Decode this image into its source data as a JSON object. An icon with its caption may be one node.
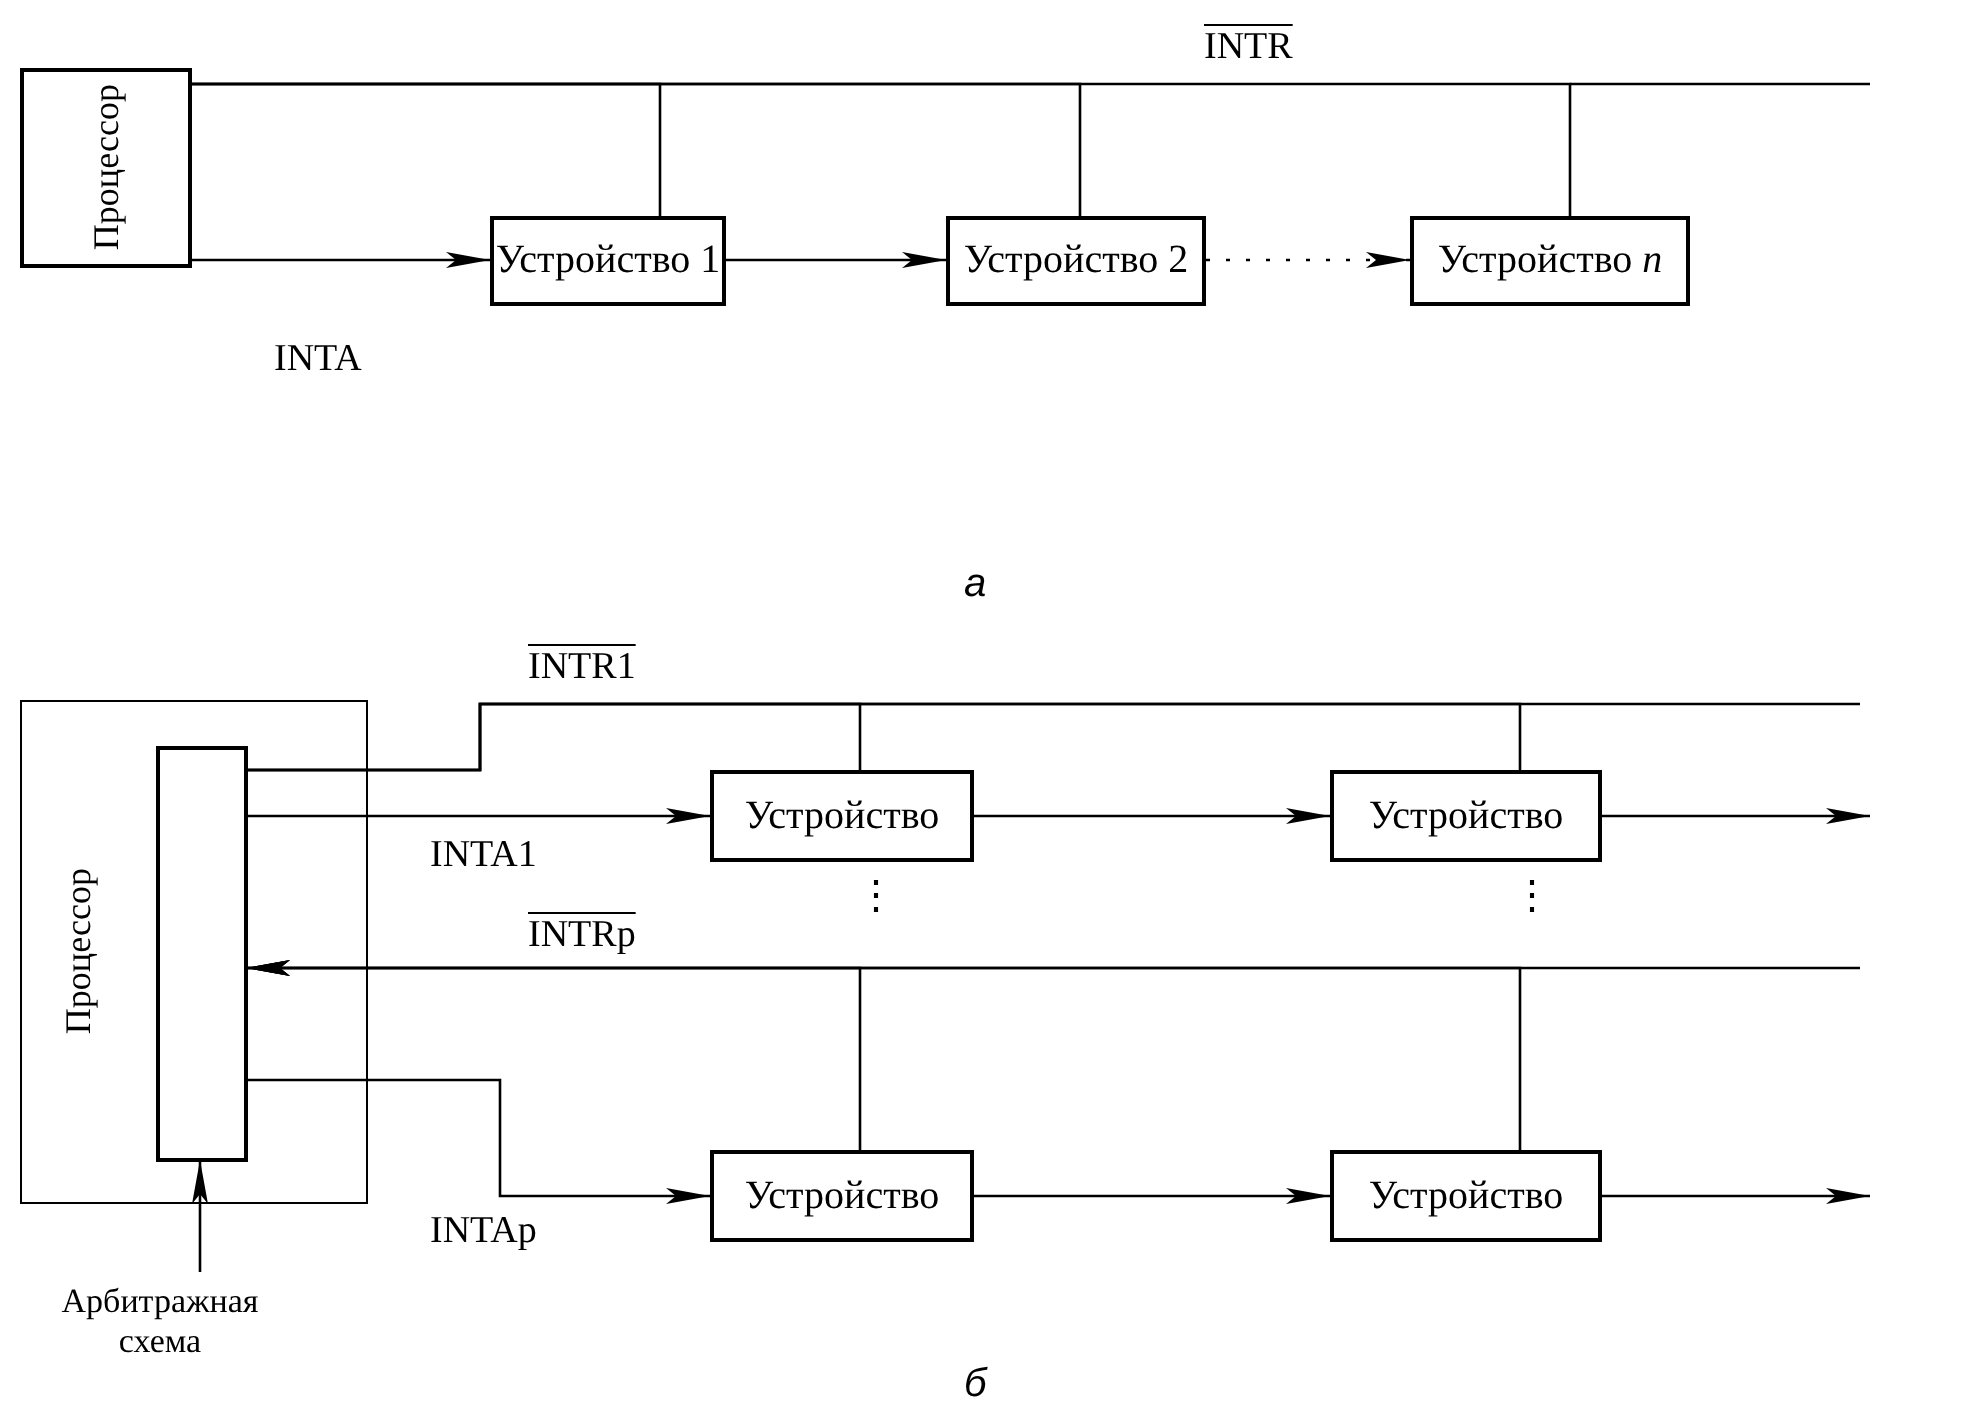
{
  "diagram": {
    "nodes": [
      {
        "text": [
          "Процессор"
        ]
      },
      {
        "text": [
          "Устройство 1"
        ]
      },
      {
        "text": [
          "Устройство 2"
        ]
      },
      {
        "text": [
          "Устройство *n*"
        ]
      },
      {
        "text": [
          "Процессор"
        ]
      },
      {
        "text": [],
        "shape": "bar",
        "in": 4
      },
      {
        "text": [
          "Устройство"
        ]
      },
      {
        "text": [
          "Устройство"
        ]
      },
      {
        "text": [
          "Устройство"
        ]
      },
      {
        "text": [
          "Устройство"
        ]
      },
      {
        "text": [
          "Арбитражная схема"
        ]
      }
    ],
    "edges": [
      {
        "from": 0,
        "to": 1,
        "arrow": "to",
        "label": "INTA"
      },
      {
        "from": 1,
        "to": 2,
        "arrow": "to"
      },
      {
        "from": 2,
        "to": 3,
        "arrow": "to",
        "style": "dashed"
      },
      {
        "from": 0,
        "to": 1,
        "arrow": "none"
      },
      {
        "from": 0,
        "to": 2,
        "arrow": "none"
      },
      {
        "from": 0,
        "to": 3,
        "arrow": "none",
        "label": "INTR"
      },
      {
        "from": 5,
        "to": 6,
        "arrow": "to",
        "label": "INTA1"
      },
      {
        "from": 6,
        "to": 7,
        "arrow": "to"
      },
      {
        "from": 7,
        "to": null,
        "arrow": "to"
      },
      {
        "from": 5,
        "to": 8,
        "arrow": "to",
        "label": "INTAp"
      },
      {
        "from": 8,
        "to": 9,
        "arrow": "to"
      },
      {
        "from": 9,
        "to": null,
        "arrow": "to"
      },
      {
        "from": 5,
        "to": 6,
        "arrow": "none",
        "label": "INTR1"
      },
      {
        "from": 5,
        "to": 7,
        "arrow": "none"
      },
      {
        "from": null,
        "to": 5,
        "arrow": "none"
      },
      {
        "from": null,
        "to": 5,
        "arrow": "to",
        "label": "INTRp"
      },
      {
        "from": 8,
        "to": 5,
        "arrow": "to"
      },
      {
        "from": 9,
        "to": 5,
        "arrow": "to"
      },
      {
        "from": 10,
        "to": 5,
        "arrow": "to"
      }
    ],
    "labels": [
      "а",
      "⋮",
      "⋮",
      "б"
    ]
  }
}
